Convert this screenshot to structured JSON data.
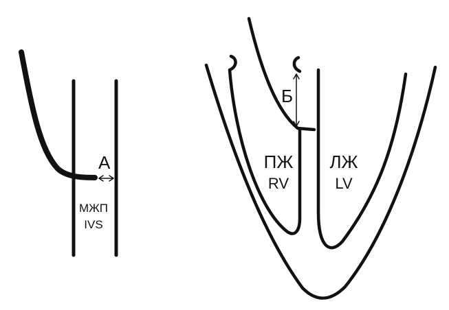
{
  "labels": {
    "a": "А",
    "ivs_ru": "МЖП",
    "ivs_en": "IVS",
    "b": "Б",
    "rv_ru": "ПЖ",
    "rv_en": "RV",
    "lv_ru": "ЛЖ",
    "lv_en": "LV"
  },
  "colors": {
    "ink": "#111111",
    "background": "#ffffff"
  }
}
